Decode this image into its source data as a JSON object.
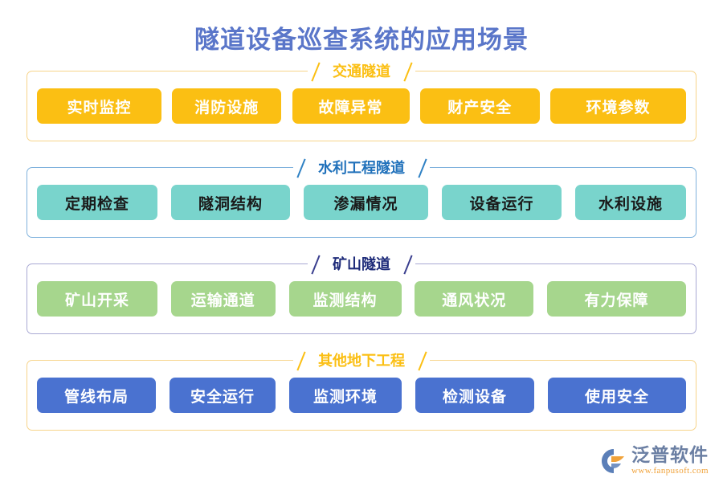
{
  "page": {
    "title": "隧道设备巡查系统的应用场景",
    "title_color": "#5a76c9",
    "background": "#ffffff"
  },
  "sections": [
    {
      "id": "traffic-tunnel",
      "title": "交通隧道",
      "title_color": "#fbbf13",
      "border_color": "#f7d48a",
      "chip_color": "#fbbf13",
      "chips": [
        {
          "label": "实时监控",
          "width": 155
        },
        {
          "label": "消防设施",
          "width": 136
        },
        {
          "label": "故障异常",
          "width": 146
        },
        {
          "label": "财产安全",
          "width": 149
        },
        {
          "label": "环境参数",
          "width": 169
        }
      ]
    },
    {
      "id": "water-conservancy-tunnel",
      "title": "水利工程隧道",
      "title_color": "#2071bb",
      "border_color": "#7fb2dd",
      "chip_color": "#79d4cc",
      "chip_text_color": "#1a1a1a",
      "chips": [
        {
          "label": "定期检查",
          "width": 150
        },
        {
          "label": "隧洞结构",
          "width": 148
        },
        {
          "label": "渗漏情况",
          "width": 155
        },
        {
          "label": "设备运行",
          "width": 149
        },
        {
          "label": "水利设施",
          "width": 138
        }
      ]
    },
    {
      "id": "mine-tunnel",
      "title": "矿山隧道",
      "title_color": "#1f2c7a",
      "border_color": "#a9a9d4",
      "chip_color": "#a6d68d",
      "chips": [
        {
          "label": "矿山开采",
          "width": 150
        },
        {
          "label": "运输通道",
          "width": 130
        },
        {
          "label": "监测结构",
          "width": 140
        },
        {
          "label": "通风状况",
          "width": 148
        },
        {
          "label": "有力保障",
          "width": 173
        }
      ]
    },
    {
      "id": "other-underground-engineering",
      "title": "其他地下工程",
      "title_color": "#fbbf13",
      "border_color": "#f7d48a",
      "chip_color": "#4a72d0",
      "chips": [
        {
          "label": "管线布局",
          "width": 148
        },
        {
          "label": "安全运行",
          "width": 132
        },
        {
          "label": "监测环境",
          "width": 140
        },
        {
          "label": "检测设备",
          "width": 148
        },
        {
          "label": "使用安全",
          "width": 172
        }
      ]
    }
  ],
  "logo": {
    "name": "泛普软件",
    "url": "www.fanpusoft.com",
    "name_color": "#6b7fa3",
    "url_color": "#f0a23a"
  }
}
